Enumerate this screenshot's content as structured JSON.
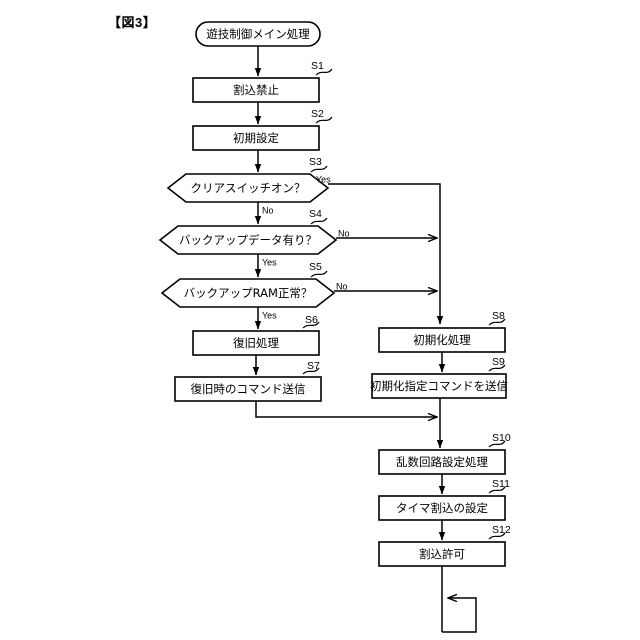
{
  "figure": {
    "label": "【図3】",
    "title_node": {
      "id": "start",
      "text": "遊技制御メイン処理",
      "shape": "terminator"
    }
  },
  "nodes": [
    {
      "key": "s1",
      "step": "S1",
      "text": "割込禁止",
      "shape": "process"
    },
    {
      "key": "s2",
      "step": "S2",
      "text": "初期設定",
      "shape": "process"
    },
    {
      "key": "s3",
      "step": "S3",
      "text": "クリアスイッチオン？",
      "shape": "decision"
    },
    {
      "key": "s4",
      "step": "S4",
      "text": "バックアップデータ有り？",
      "shape": "decision"
    },
    {
      "key": "s5",
      "step": "S5",
      "text": "バックアップRAM正常？",
      "shape": "decision"
    },
    {
      "key": "s6",
      "step": "S6",
      "text": "復旧処理",
      "shape": "process"
    },
    {
      "key": "s7",
      "step": "S7",
      "text": "復旧時のコマンド送信",
      "shape": "process"
    },
    {
      "key": "s8",
      "step": "S8",
      "text": "初期化処理",
      "shape": "process"
    },
    {
      "key": "s9",
      "step": "S9",
      "text": "初期化指定コマンドを送信",
      "shape": "process"
    },
    {
      "key": "s10",
      "step": "S10",
      "text": "乱数回路設定処理",
      "shape": "process"
    },
    {
      "key": "s11",
      "step": "S11",
      "text": "タイマ割込の設定",
      "shape": "process"
    },
    {
      "key": "s12",
      "step": "S12",
      "text": "割込許可",
      "shape": "process"
    }
  ],
  "branch_labels": {
    "s3_yes": "Yes",
    "s3_no": "No",
    "s4_no": "No",
    "s4_yes": "Yes",
    "s5_no": "No",
    "s5_yes": "Yes"
  },
  "colors": {
    "stroke": "#000000",
    "fill": "#ffffff",
    "background": "#ffffff"
  }
}
